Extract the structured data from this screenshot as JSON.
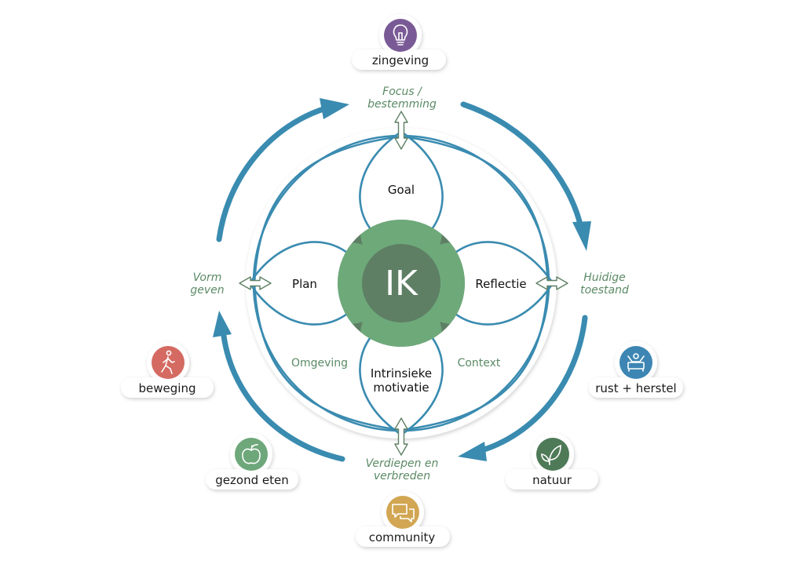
{
  "center": {
    "label": "IK"
  },
  "petals": {
    "top": "Goal",
    "left": "Plan",
    "right": "Reflectie",
    "bottom_line1": "Intrinsieke",
    "bottom_line2": "motivatie"
  },
  "inner_labels": {
    "left": "Omgeving",
    "right": "Context"
  },
  "cycle_labels": {
    "top_line1": "Focus /",
    "top_line2": "bestemming",
    "right_line1": "Huidige",
    "right_line2": "toestand",
    "bottom_line1": "Verdiepen en",
    "bottom_line2": "verbreden",
    "left_line1": "Vorm",
    "left_line2": "geven"
  },
  "badges": [
    {
      "label": "zingeving",
      "icon": "lightbulb-icon",
      "color": "#7a5a96"
    },
    {
      "label": "rust + herstel",
      "icon": "bed-icon",
      "color": "#3d86b4"
    },
    {
      "label": "natuur",
      "icon": "leaf-icon",
      "color": "#4e7a57"
    },
    {
      "label": "community",
      "icon": "speech-bubbles-icon",
      "color": "#d2a652"
    },
    {
      "label": "gezond eten",
      "icon": "apple-icon",
      "color": "#6da77a"
    },
    {
      "label": "beweging",
      "icon": "walking-person-icon",
      "color": "#d46a62"
    }
  ],
  "colors": {
    "ring_blue": "#3a8bb0",
    "center_dark": "#5e7f64",
    "center_light": "#6ea97a",
    "label_green": "#5b8a65"
  }
}
